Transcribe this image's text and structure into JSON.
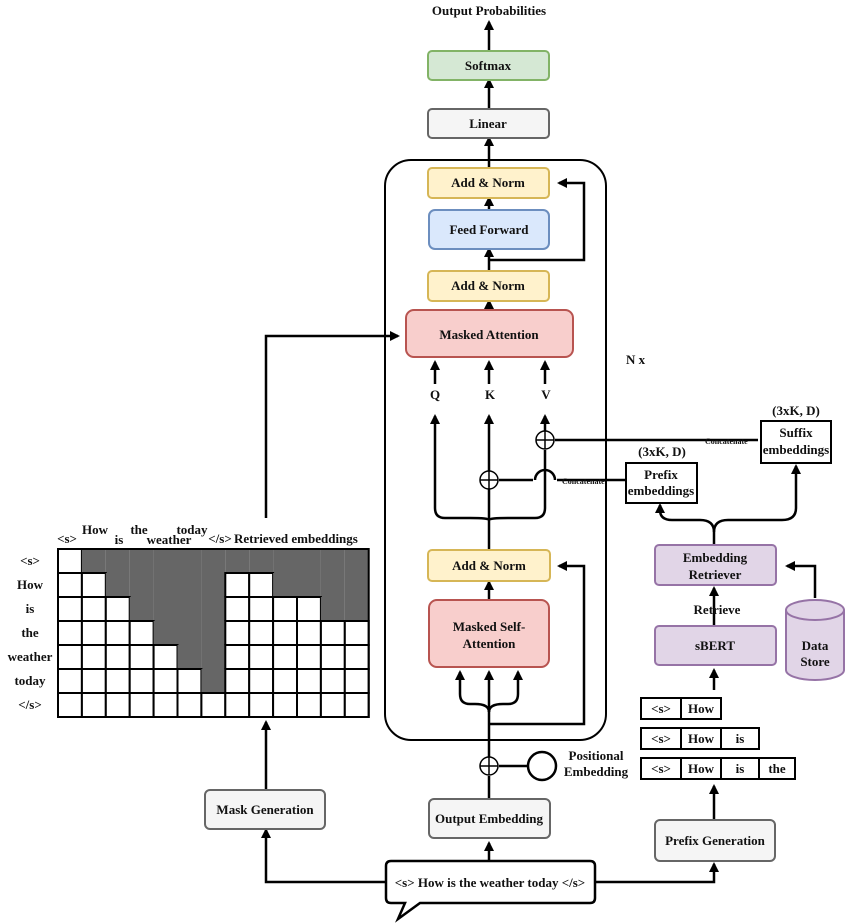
{
  "title": "Output Probabilities",
  "boxes": {
    "softmax": "Softmax",
    "linear": "Linear",
    "add_norm_top": "Add & Norm",
    "feed_forward": "Feed Forward",
    "add_norm_mid": "Add & Norm",
    "masked_attention": "Masked Attention",
    "add_norm_low": "Add & Norm",
    "masked_self_attention": [
      "Masked Self-",
      "Attention"
    ],
    "output_embedding": "Output Embedding",
    "mask_generation": "Mask Generation",
    "prefix_generation": "Prefix Generation",
    "sbert": "sBERT",
    "embedding_retriever": [
      "Embedding",
      "Retriever"
    ],
    "data_store": [
      "Data",
      "Store"
    ],
    "prefix_embeddings": [
      "Prefix",
      "embeddings"
    ],
    "suffix_embeddings": [
      "Suffix",
      "embeddings"
    ]
  },
  "qkv": [
    "Q",
    "K",
    "V"
  ],
  "repeat_label": "N x",
  "positional_embedding": [
    "Positional",
    "Embedding"
  ],
  "concatenate": "Concatenate",
  "shape_prefix": "(3xK, D)",
  "shape_suffix": "(3xK, D)",
  "retrieve_label": "Retrieve",
  "input_sentence": "<s> How is the weather today </s>",
  "mask": {
    "col_headers": [
      "<s>",
      "How",
      "is",
      "the",
      "weather",
      "today",
      "</s>",
      "Retrieved embeddings"
    ],
    "row_labels": [
      "<s>",
      "How",
      "is",
      "the",
      "weather",
      "today",
      "</s>"
    ],
    "retrieved_cols": 6,
    "retrieved_per_row": [
      0,
      2,
      4,
      6,
      6,
      6,
      6
    ]
  },
  "prefixes": [
    [
      "<s>",
      "How"
    ],
    [
      "<s>",
      "How",
      "is"
    ],
    [
      "<s>",
      "How",
      "is",
      "the"
    ]
  ],
  "colors": {
    "green_fill": "#d5e8d4",
    "green_stroke": "#82b366",
    "gray_fill": "#f5f5f5",
    "gray_stroke": "#666666",
    "yellow_fill": "#fff2cc",
    "yellow_stroke": "#d6b656",
    "blue_fill": "#dae8fc",
    "blue_stroke": "#6c8ebf",
    "red_fill": "#f8cecc",
    "red_stroke": "#b85450",
    "purple_fill": "#e1d5e7",
    "purple_stroke": "#9673a6",
    "mask_dark": "#666666"
  }
}
